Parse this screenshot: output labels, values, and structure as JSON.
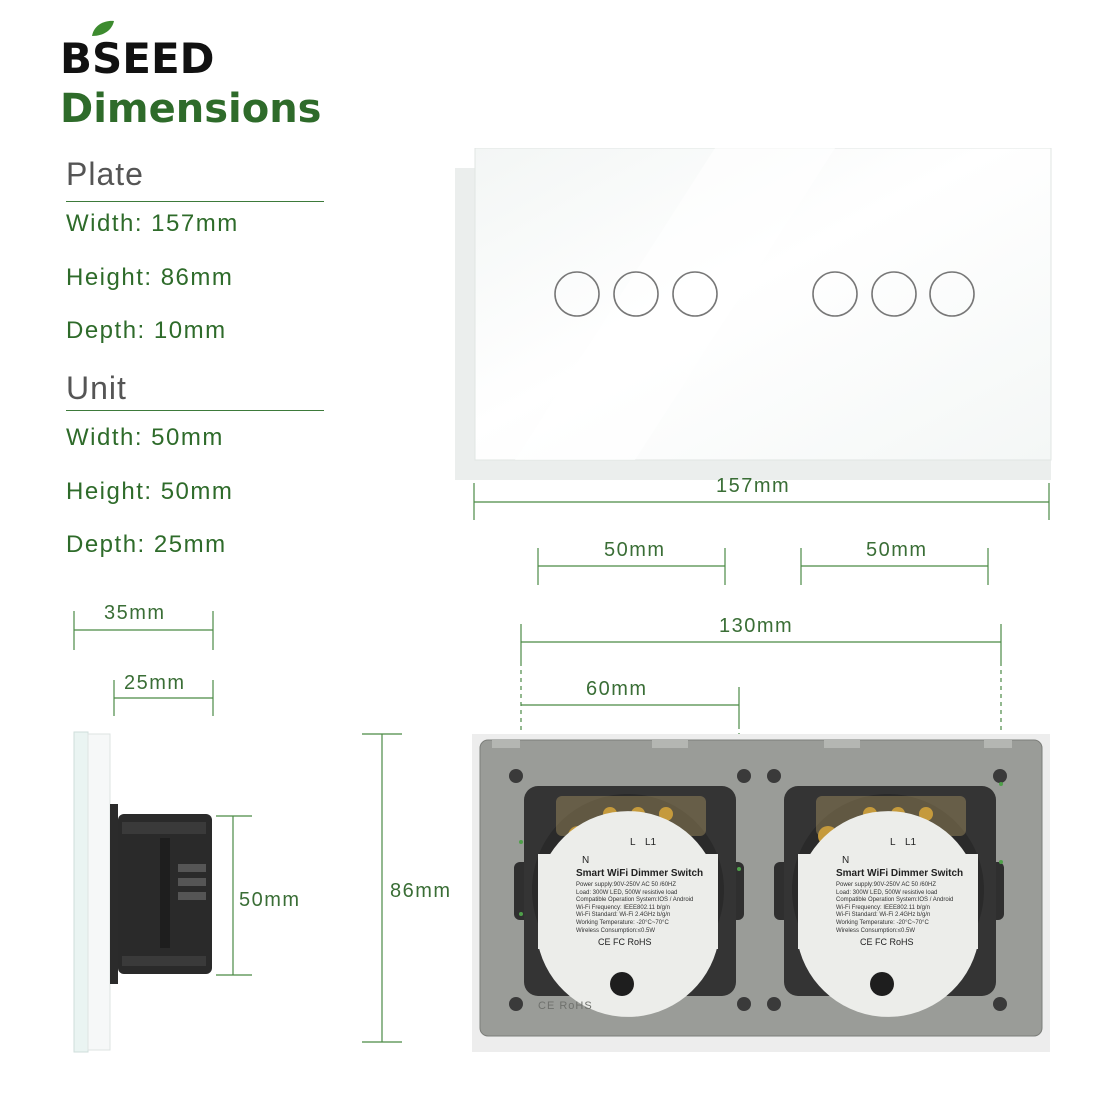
{
  "brand": {
    "logo_text": "BSEED",
    "accent": "#2e6b2a"
  },
  "heading": "Dimensions",
  "plate": {
    "title": "Plate",
    "width": "Width: 157mm",
    "height": "Height: 86mm",
    "depth": "Depth: 10mm"
  },
  "unit": {
    "title": "Unit",
    "width": "Width: 50mm",
    "height": "Height: 50mm",
    "depth": "Depth: 25mm"
  },
  "dimensions": {
    "plate_width": "157mm",
    "left_unit_width": "50mm",
    "right_unit_width": "50mm",
    "mount_spacing": "130mm",
    "hole_spacing": "60mm",
    "side_depth_total": "35mm",
    "side_depth_unit": "25mm",
    "side_height": "50mm",
    "plate_height": "86mm"
  },
  "module_label": {
    "terminal_l": "L",
    "terminal_l1": "L1",
    "terminal_n": "N",
    "title": "Smart WiFi Dimmer Switch",
    "lines": [
      "Power supply:90V-250V AC  50 /60HZ",
      "Load: 300W LED, 500W resistive load",
      "Compatible Operation System:IOS / Android",
      "Wi-Fi Frequency: IEEE802.11 b/g/n",
      "Wi-Fi Standard: Wi-Fi 2.4GHz b/g/n",
      "Working Temperature: -20°C~70°C",
      "Wireless Consumption:≤0.5W"
    ],
    "certs": "CE FC RoHS"
  },
  "frame_mark": "CE RoHS"
}
